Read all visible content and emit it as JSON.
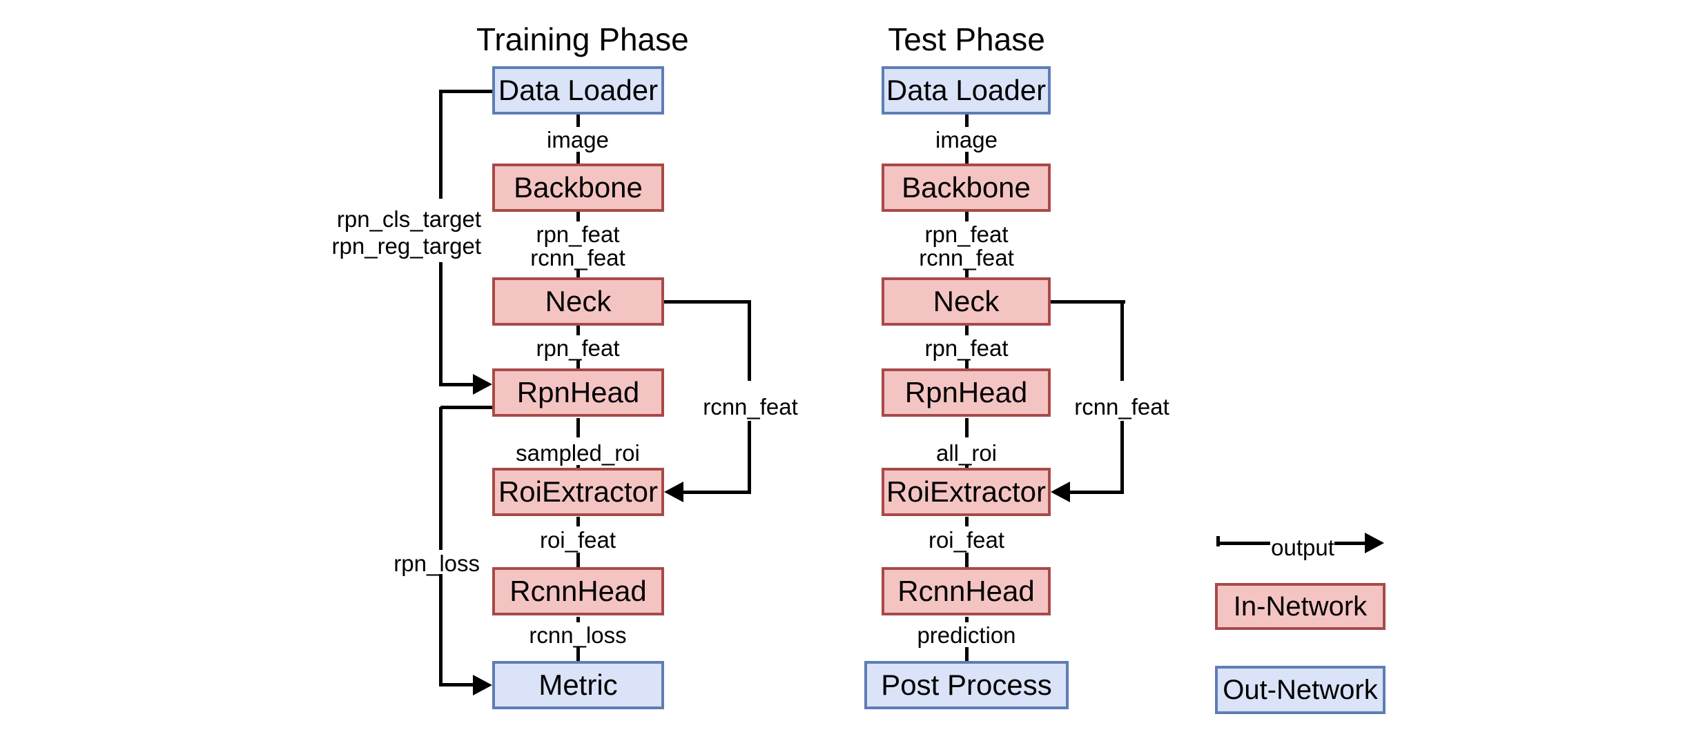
{
  "colors": {
    "in_network_fill": "#f4c4c3",
    "in_network_stroke": "#a74a48",
    "out_network_fill": "#dae3f7",
    "out_network_stroke": "#5e7db5",
    "connector": "#000000"
  },
  "training": {
    "title": "Training Phase",
    "nodes": [
      {
        "label": "Data Loader",
        "type": "out-network"
      },
      {
        "label": "Backbone",
        "type": "in-network"
      },
      {
        "label": "Neck",
        "type": "in-network"
      },
      {
        "label": "RpnHead",
        "type": "in-network"
      },
      {
        "label": "RoiExtractor",
        "type": "in-network"
      },
      {
        "label": "RcnnHead",
        "type": "in-network"
      },
      {
        "label": "Metric",
        "type": "out-network"
      }
    ],
    "edge_labels": [
      "image",
      "rpn_feat",
      "rcnn_feat",
      "rpn_feat",
      "sampled_roi",
      "roi_feat",
      "rcnn_loss"
    ],
    "side_labels": {
      "rpn_cls_target": "rpn_cls_target",
      "rpn_reg_target": "rpn_reg_target",
      "rpn_loss": "rpn_loss",
      "rcnn_feat": "rcnn_feat"
    }
  },
  "test": {
    "title": "Test Phase",
    "nodes": [
      {
        "label": "Data Loader",
        "type": "out-network"
      },
      {
        "label": "Backbone",
        "type": "in-network"
      },
      {
        "label": "Neck",
        "type": "in-network"
      },
      {
        "label": "RpnHead",
        "type": "in-network"
      },
      {
        "label": "RoiExtractor",
        "type": "in-network"
      },
      {
        "label": "RcnnHead",
        "type": "in-network"
      },
      {
        "label": "Post Process",
        "type": "out-network"
      }
    ],
    "edge_labels": [
      "image",
      "rpn_feat",
      "rcnn_feat",
      "rpn_feat",
      "all_roi",
      "roi_feat",
      "prediction"
    ],
    "side_labels": {
      "rcnn_feat": "rcnn_feat"
    }
  },
  "legend": {
    "output_label": "output",
    "in_network_label": "In-Network",
    "out_network_label": "Out-Network"
  }
}
